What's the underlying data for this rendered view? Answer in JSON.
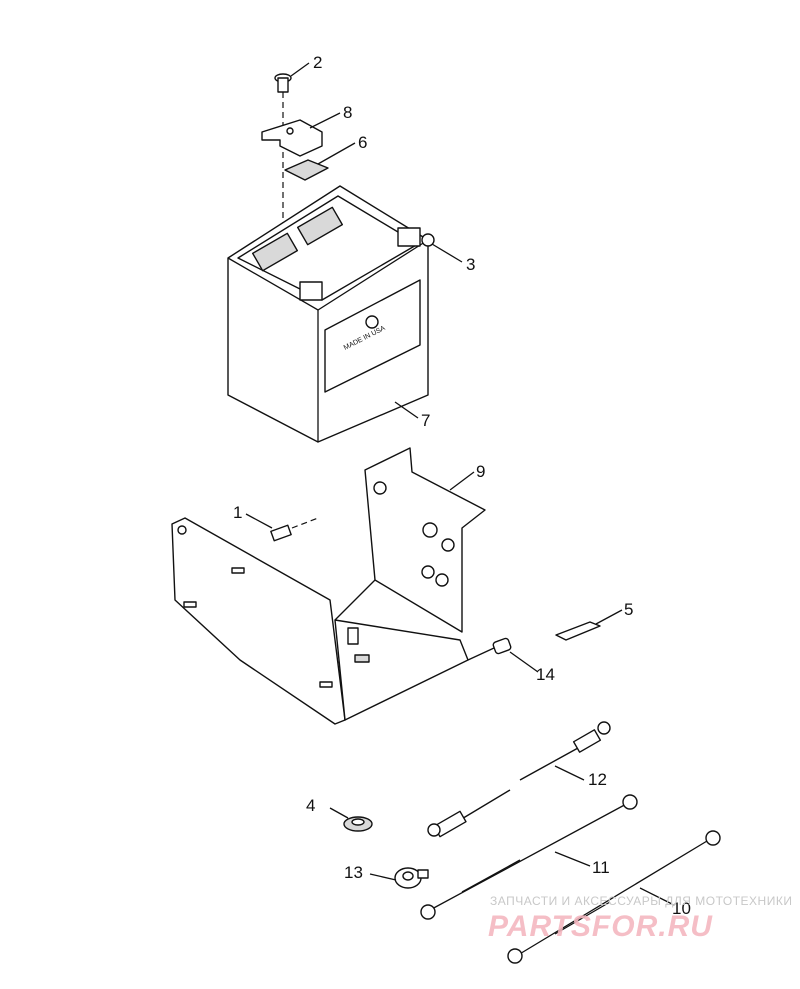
{
  "callouts": [
    {
      "id": "c1",
      "label": "1"
    },
    {
      "id": "c2",
      "label": "2"
    },
    {
      "id": "c3",
      "label": "3"
    },
    {
      "id": "c4",
      "label": "4"
    },
    {
      "id": "c5",
      "label": "5"
    },
    {
      "id": "c6",
      "label": "6"
    },
    {
      "id": "c7",
      "label": "7"
    },
    {
      "id": "c8",
      "label": "8"
    },
    {
      "id": "c9",
      "label": "9"
    },
    {
      "id": "c10",
      "label": "10"
    },
    {
      "id": "c11",
      "label": "11"
    },
    {
      "id": "c12",
      "label": "12"
    },
    {
      "id": "c13",
      "label": "13"
    },
    {
      "id": "c14",
      "label": "14"
    }
  ],
  "battery": {
    "label_text": "MADE IN USA"
  },
  "watermark": {
    "tagline": "ЗАПЧАСТИ И АКСЕССУАРЫ ДЛЯ МОТОТЕХНИКИ",
    "logo": "PARTSFOR.RU"
  }
}
